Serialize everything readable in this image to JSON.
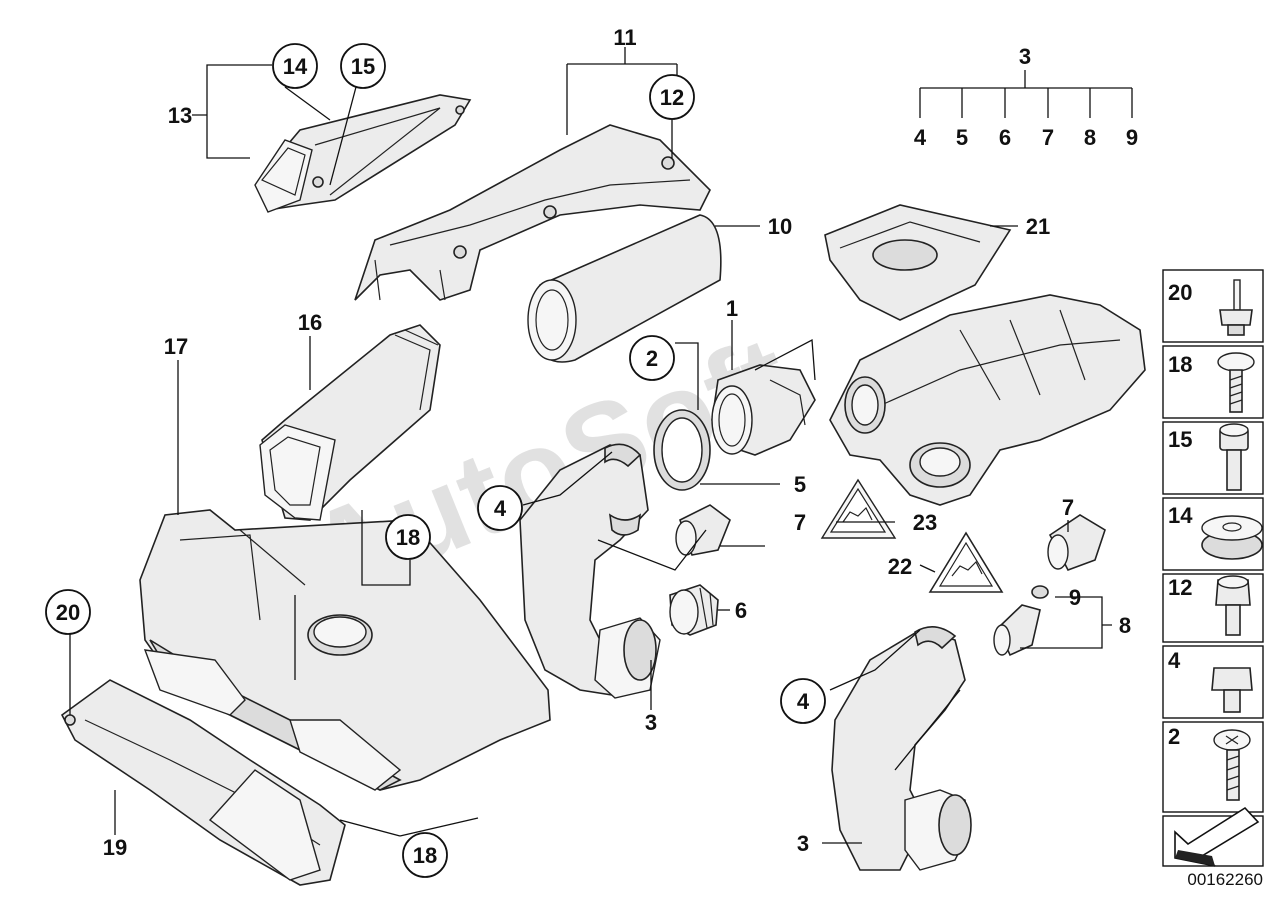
{
  "watermark": "AutoSoft",
  "diagram_id": "00162260",
  "callouts": {
    "c1": "1",
    "c2": "2",
    "c3_top": "3",
    "c3_mid": "3",
    "c3_bot": "3",
    "c4_left": "4",
    "c4_right": "4",
    "c4a": "4",
    "c5a": "5",
    "c6a": "6",
    "c7a": "7",
    "c8a": "8",
    "c9a": "9",
    "c5": "5",
    "c6": "6",
    "c7_left": "7",
    "c7_right": "7",
    "c8": "8",
    "c9": "9",
    "c10": "10",
    "c11": "11",
    "c12": "12",
    "c13": "13",
    "c14": "14",
    "c15": "15",
    "c16": "16",
    "c17": "17",
    "c18_mid": "18",
    "c18_bot": "18",
    "c19": "19",
    "c20": "20",
    "c21": "21",
    "c22": "22",
    "c23": "23"
  },
  "legend": [
    "20",
    "18",
    "15",
    "14",
    "12",
    "4",
    "2"
  ]
}
